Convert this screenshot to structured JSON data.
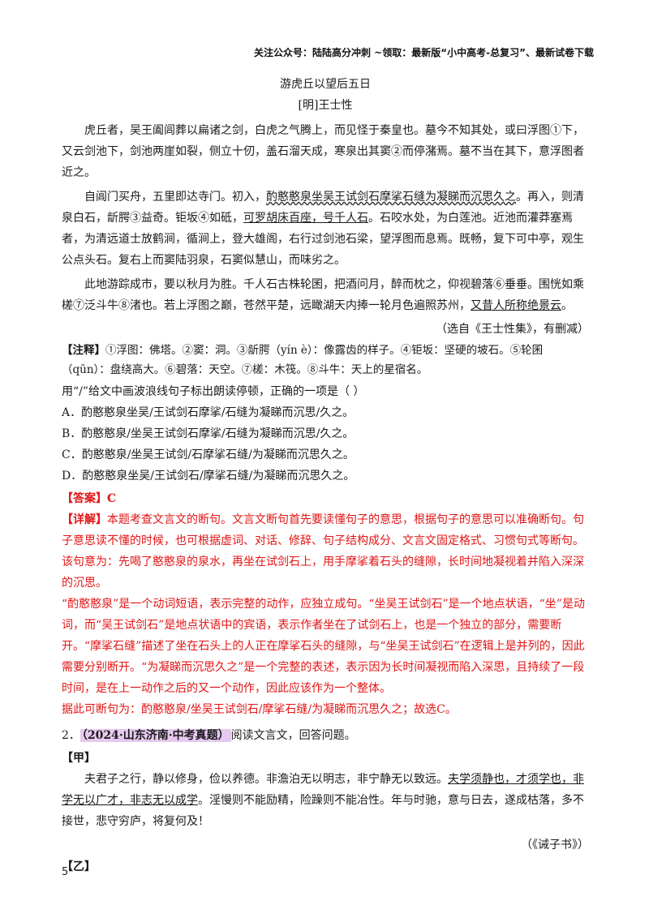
{
  "header_note": "关注公众号：陆陆高分冲刺  ~领取：最新版“小中高考-总复习”、最新试卷下载",
  "passage1": {
    "title": "游虎丘以望后五日",
    "author": "[明]王士性",
    "p1": "虎丘者，吴王阖闾葬以扁诸之剑，白虎之气腾上，而见怪于秦皇也。墓今不知其处，或曰浮图①下，又云剑池下，剑池两崖如裂，侧立十仞，盖石溜天成，寒泉出其窦②而停潴焉。墓不当在其下，意浮图者近之。",
    "p2_a": "自阊门买舟，五里即达寺门。初入，",
    "p2_wavy": "酌憨憨泉坐吴王试剑石摩挲石缝为凝睇而沉思久之",
    "p2_b": "。再入，则清泉白石，龂腭③益奇。钜坂④如砥，",
    "p2_u": "可罗胡床百座，号千人石",
    "p2_c": "。石咬水处，为白莲池。近池而灌莽塞焉者，为清远道士放鹤涧，循涧上，登大雄阁，右行过剑池石梁，望浮图而息焉。既畅，复下可中亭，观生公点头石。复右上而窦陆羽泉，石窦似慧山，而味劣之。",
    "p3_a": "此地游踪成市，要以秋月为胜。千人石古株轮囷，把酒问月，醉而枕之，仰视碧落⑥垂垂。围恍如乘槎⑦泛斗牛⑧渚也。若上浮图之巅，苍然平楚，远瞰湖天内捧一轮月色遍照苏州，",
    "p3_u": "又昔人所称绝景云",
    "p3_b": "。",
    "source": "（选自《王士性集》，有删减）"
  },
  "notes": {
    "label": "【注释】",
    "line1": "①浮图：佛塔。②窦：洞。③龂腭（yín è）：像露齿的样子。④钜坂：坚硬的坡石。⑤轮囷",
    "line2": "（qūn）：盘绕高大。⑥碧落：天空。⑦槎：木筏。⑧斗牛：天上的星宿名。"
  },
  "question1": {
    "stem": "用“/”给文中画波浪线句子标出朗读停顿，正确的一项是（        ）",
    "options": [
      "A．酌憨憨泉坐吴/王试剑石摩挲/石缝为凝睇而沉思/久之。",
      "B．酌憨憨泉/坐吴王试剑石摩挲/石缝为凝睇而沉思/久之。",
      "C．酌憨憨泉/坐吴王试剑/石摩挲石缝/为凝睇而沉思久之。",
      "D．酌憨憨泉坐吴/王试剑石/摩挲石缝/为凝睇而沉思久之。"
    ]
  },
  "answer": {
    "label": "【答案】",
    "value": "C"
  },
  "detail": {
    "label": "【详解】",
    "lines": [
      "本题考查文言文的断句。文言文断句首先要读懂句子的意思，根据句子的意思可以准确断句。句子意思读不懂的时候，也可根据虚词、对话、修辞、句子结构成分、文言文固定格式、习惯句式等断句。",
      "该句意为：先喝了憨憨泉的泉水，再坐在试剑石上，用手摩挲着石头的缝隙，长时间地凝视着并陷入深深的沉思。",
      "“酌憨憨泉”是一个动词短语，表示完整的动作，应独立成句。“坐吴王试剑石”是一个地点状语，“坐”是动词，而“吴王试剑石”是地点状语中的宾语，表示作者坐在了试剑石上，也是一个独立的部分，需要断开。“摩挲石缝”描述了坐在石头上的人正在摩挲石头的缝隙，与“坐吴王试剑石”在逻辑上是并列的，因此需要分别断开。“为凝睇而沉思久之”是一个完整的表述，表示因为长时间凝视而陷入深思，且持续了一段时间，是在上一动作之后的又一个动作，因此应该作为一个整体。",
      "据此可断句为：酌憨憨泉/坐吴王试剑石/摩挲石缝/为凝睇而沉思久之；故选C。"
    ]
  },
  "question2": {
    "number": "2．",
    "tag": "（2024·山东济南·中考真题）",
    "stem": "阅读文言文，回答问题。",
    "jia_label": "【甲】",
    "jia_a": "夫君子之行，静以修身，俭以养德。非澹泊无以明志，非宁静无以致远。",
    "jia_u": "夫学须静也，才须学也，非学无以广才，非志无以成学",
    "jia_b": "。淫慢则不能励精，险躁则不能冶性。年与时驰，意与日去，遂成枯落，多不接世，悲守穷庐，将复何及！",
    "jia_source": "（《诫子书》）",
    "yi_label": "【乙】"
  },
  "page_number": "5"
}
